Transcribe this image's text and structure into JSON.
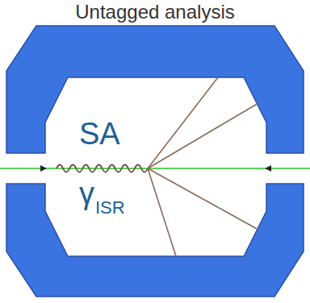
{
  "diagram": {
    "title": "Untagged analysis",
    "labels": [
      "SA",
      "γ",
      "ISR"
    ]
  }
}
